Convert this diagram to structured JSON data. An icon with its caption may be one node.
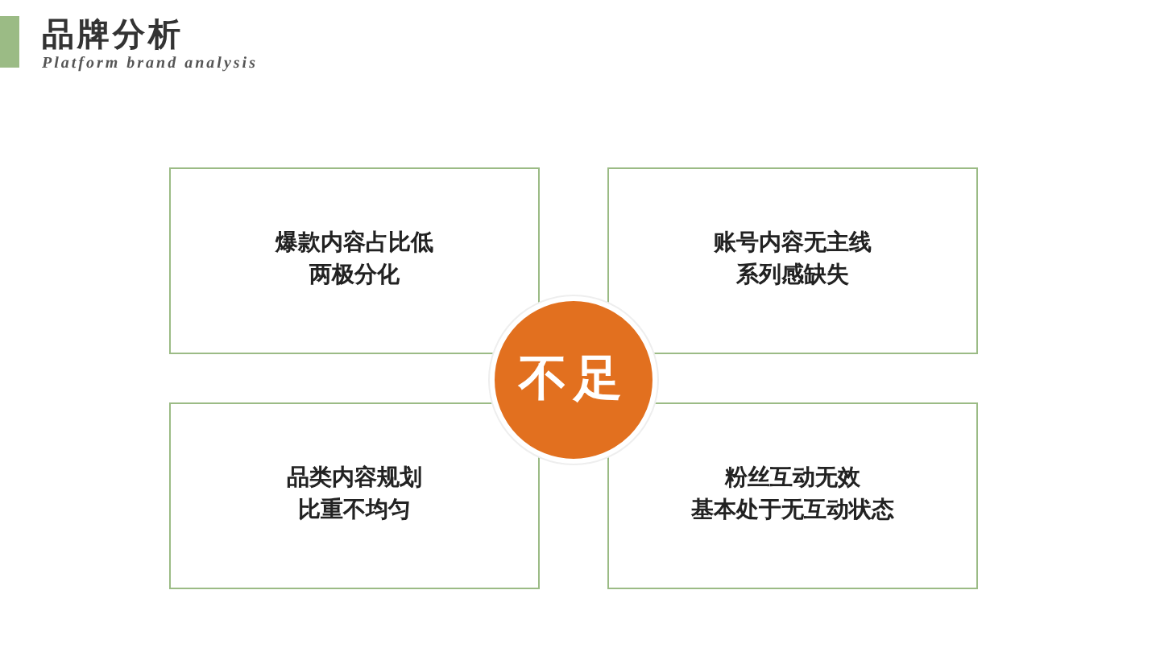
{
  "diagram": {
    "title": "品牌分析",
    "nodes": [
      {
        "text": [
          "爆款内容占比低两极分化"
        ]
      },
      {
        "text": [
          "账号内容无主线系列感缺失"
        ]
      },
      {
        "text": [
          "不足"
        ]
      },
      {
        "text": [
          "品类内容规划比重不均匀"
        ]
      },
      {
        "text": [
          "粉丝互动无效基本处于无互动状态"
        ]
      }
    ],
    "labels": [
      "Platform brand analysis"
    ]
  }
}
